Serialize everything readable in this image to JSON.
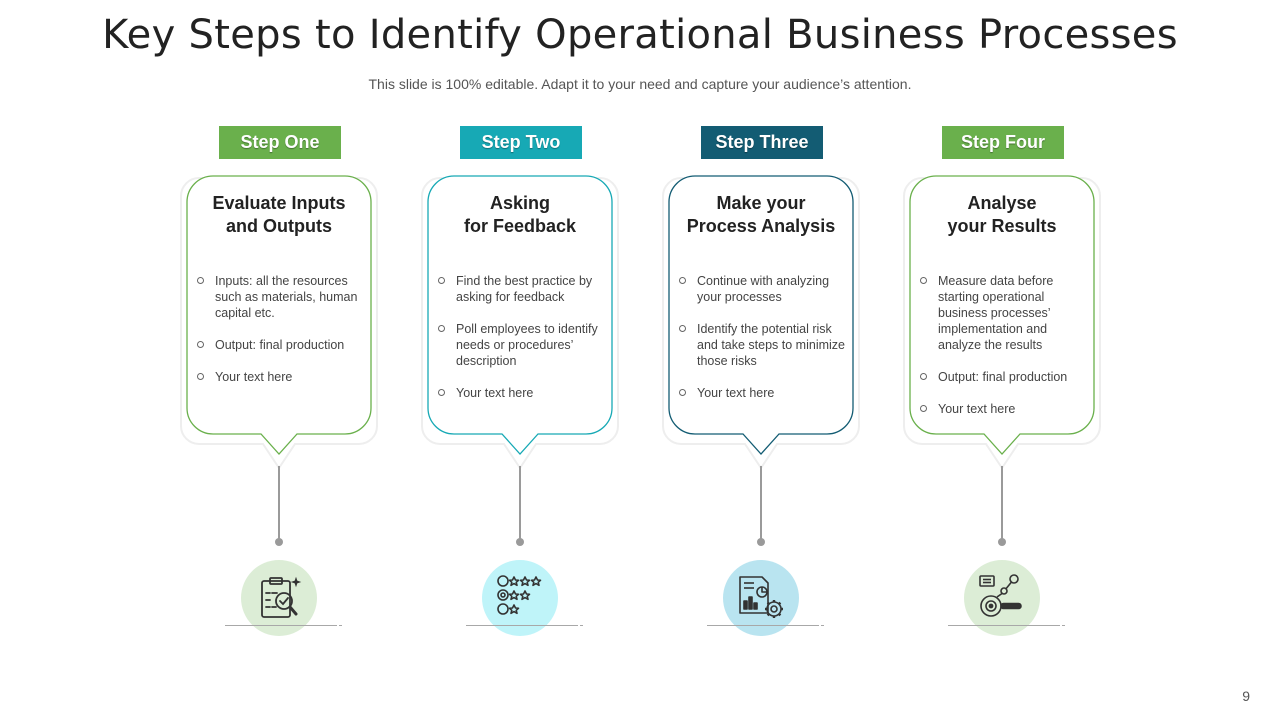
{
  "slide": {
    "title": "Key Steps to Identify Operational Business Processes",
    "subtitle": "This slide is 100% editable. Adapt it to your need and capture your audience’s attention.",
    "page_number": "9"
  },
  "steps": [
    {
      "label": "Step One",
      "color": "#6ab04c",
      "circle_color": "#dcedd6",
      "title_line1": "Evaluate Inputs",
      "title_line2": "and Outputs",
      "bullets": [
        "Inputs: all the resources such as materials, human capital etc.",
        "Output: final production",
        "Your text here"
      ],
      "icon": "clipboard-magnifier-icon"
    },
    {
      "label": "Step Two",
      "color": "#17a9b5",
      "circle_color": "#bff4f9",
      "title_line1": "Asking",
      "title_line2": "for Feedback",
      "bullets": [
        "Find the best practice by asking for feedback",
        "Poll employees to identify needs or procedures’ description",
        "Your text here"
      ],
      "icon": "star-rating-icon"
    },
    {
      "label": "Step Three",
      "color": "#135c73",
      "circle_color": "#b9e4f0",
      "title_line1": "Make your",
      "title_line2": "Process Analysis",
      "bullets": [
        "Continue with analyzing your processes",
        "Identify the potential risk and take steps to minimize those risks",
        "Your text here"
      ],
      "icon": "report-gear-icon"
    },
    {
      "label": "Step Four",
      "color": "#6ab04c",
      "circle_color": "#dcedd6",
      "title_line1": "Analyse",
      "title_line2": "your Results",
      "bullets": [
        "Measure data before starting operational business processes’ implementation and analyze the results",
        "Output: final production",
        "Your text here"
      ],
      "icon": "data-analysis-icon"
    }
  ]
}
